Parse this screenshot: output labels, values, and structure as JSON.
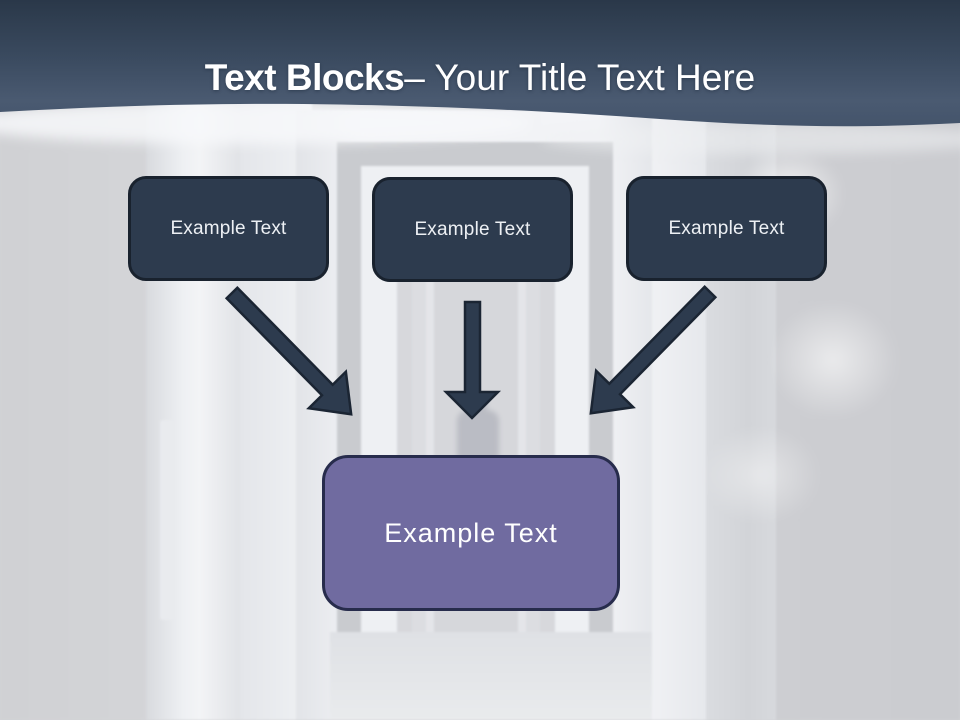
{
  "header": {
    "title_bold": "Text Blocks",
    "title_rest": "– Your Title Text Here"
  },
  "boxes": {
    "source": [
      {
        "label": "Example Text"
      },
      {
        "label": "Example Text"
      },
      {
        "label": "Example Text"
      }
    ],
    "target": {
      "label": "Example Text"
    }
  },
  "diagram": {
    "type": "flow",
    "arrows": [
      {
        "from": "text-block-1",
        "to": "summary-block",
        "direction": "down-right"
      },
      {
        "from": "text-block-2",
        "to": "summary-block",
        "direction": "down"
      },
      {
        "from": "text-block-3",
        "to": "summary-block",
        "direction": "down-left"
      }
    ]
  },
  "colors": {
    "header_top": "#2a3849",
    "header_bottom": "#4a5a71",
    "box_fill": "#2d3b4e",
    "box_border": "#19222e",
    "arrow_fill": "#2d3b4e",
    "target_fill": "#706ba0",
    "target_border": "#272c4c",
    "title_text": "#ffffff",
    "box_text": "#edf0f4",
    "background_base": "#d2d3d6"
  }
}
